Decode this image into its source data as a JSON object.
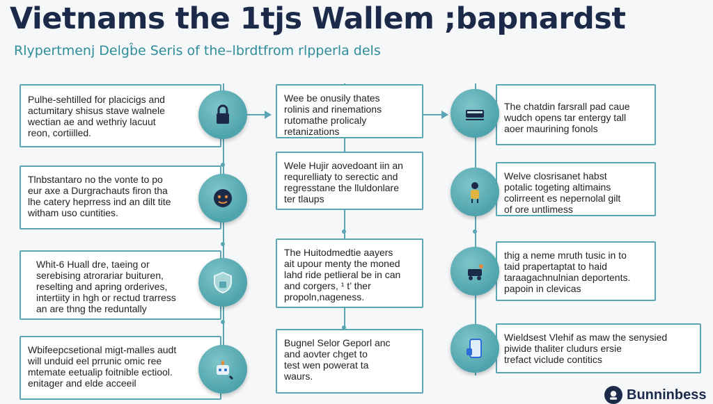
{
  "header": {
    "title": "Vietnams the 1tjs Wallem ;bapnardst",
    "subtitle": "Rlypertmenj Delgb̂e Seris of the–lbrdtfrom rlpperla dels"
  },
  "columns": {
    "left": [
      {
        "text": "Pulhe-sehtilled for placicigs and\nactumitary shisus stave walnele\nwectian ae and wethriy lacuut\nreon, cortiilled.",
        "icon": "lock-icon"
      },
      {
        "text": "Tlnbstantaro no the vonte to po\neur axe a Durgrachauts firon tha\nlhe catery heprress ind an dilt tite\nwitham uso cuntities.",
        "icon": "face-icon"
      },
      {
        "text": "Whit-6 Huall dre, taeing or\nserebising atrorariar buituren,\nreselting and apring orderives,\nintertiity in hgh or rectud trarress\nan are thng the reduntally",
        "icon": "shield-icon"
      },
      {
        "text": "Wbifeepcsetional migt-malles audt\nwill unduid eel prrunic omic ree\nmtemate eetualip foitnible ectiool.\nenitager and elde acceeil",
        "icon": "robot-icon"
      }
    ],
    "middle": [
      {
        "text": "Wee be onusily thates\nrolinis and rinemations\nrutomathe prolicaly\nretanizations"
      },
      {
        "text": "Wele Hujir aovedoant iin an\nrequrelliaty to serectic and\nregresstane the lluldonlare\nter tlaups"
      },
      {
        "text": "The Huitodmedtie aayers\nait upour menty the moned\nlahd ride petlieral be in can\nand corgers, ¹ t’ ther\npropoln,nageness."
      },
      {
        "text": "Bugnel Selor Geporl anc\nand aovter chget to\ntest wen powerat ta\nwaurs."
      }
    ],
    "right": [
      {
        "text": "The chatdin farsrall pad caue\nwudch opens tar entergy tall\naoer maurining fonols",
        "icon": "train-icon"
      },
      {
        "text": "Welve closrisanet habst\npotalic togeting altimains\ncolirreent es nepernolal gilt\nof ore untlimess",
        "icon": "person-icon"
      },
      {
        "text": "thig a neme mruth tusic in to\ntaid prapertaptat to haid\ntaraagachnulnian deportents.\npapoin in clevicas",
        "icon": "cart-icon"
      },
      {
        "text": "Wieldsest Vlehif as maw the senysied\npiwide thaliter cludurs ersie\ntrefact viclude contitics",
        "icon": "phone-icon"
      }
    ]
  },
  "footer": {
    "logo_text": "Bunninbess"
  },
  "colors": {
    "accent": "#5aa5b3",
    "title": "#1c2a4a",
    "subtitle": "#2f8c99"
  }
}
